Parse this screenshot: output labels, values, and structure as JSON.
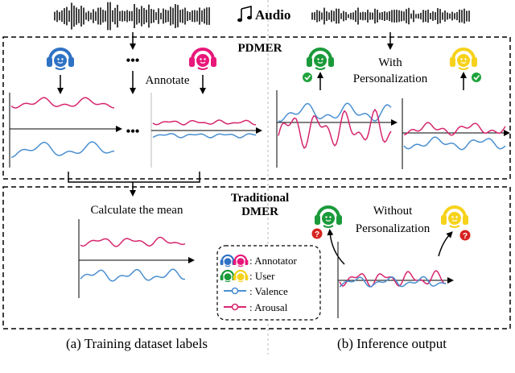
{
  "audio_label": "Audio",
  "audio_icon": "music-note-icon",
  "sections": {
    "pdmer": "PDMER",
    "traditional_line1": "Traditional",
    "traditional_line2": "DMER"
  },
  "labels": {
    "annotate": "Annotate",
    "with_line1": "With",
    "with_line2": "Personalization",
    "calculate_mean": "Calculate the mean",
    "without_line1": "Without",
    "without_line2": "Personalization",
    "dots_a": "•••",
    "dots_b": "•••"
  },
  "legend": {
    "annotator": ": Annotator",
    "user": ": User",
    "valence": ": Valence",
    "arousal": ": Arousal"
  },
  "captions": {
    "left": "(a) Training dataset labels",
    "right": "(b) Inference output"
  },
  "colors": {
    "annotator_blue": "#2f72c4",
    "annotator_pink": "#e8177a",
    "user_green": "#1a9a3a",
    "user_yellow": "#f6d21a",
    "valence": "#4a8fd0",
    "arousal": "#d6266e",
    "check": "#1ea33b",
    "question": "#d7231f"
  }
}
